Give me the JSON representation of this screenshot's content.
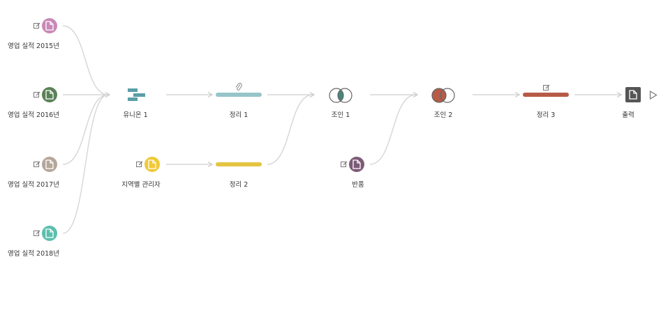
{
  "colors": {
    "line": "#d6d6d6",
    "arrow": "#c8c8c8",
    "sales_2015": "#c989b8",
    "sales_2016": "#5a8257",
    "sales_2017": "#b5a69a",
    "sales_2018": "#5cbfae",
    "region_manager": "#f0c938",
    "returns": "#7d5a77",
    "union": "#5b9ea8",
    "clean1": "#96c5c9",
    "clean2": "#e4c542",
    "join1_fill": "#46857c",
    "join2_fill": "#b75a46",
    "clean3": "#b75a46",
    "output": "#555555"
  },
  "nodes": {
    "sales_2015": {
      "label": "영업 실적 2015년",
      "icon": "file-icon"
    },
    "sales_2016": {
      "label": "영업 실적 2016년",
      "icon": "file-icon"
    },
    "sales_2017": {
      "label": "영업 실적 2017년",
      "icon": "file-icon"
    },
    "sales_2018": {
      "label": "영업 실적 2018년",
      "icon": "file-icon"
    },
    "union1": {
      "label": "유니온 1",
      "icon": "union-icon"
    },
    "region_manager": {
      "label": "지역별 관리자",
      "icon": "file-icon"
    },
    "clean1": {
      "label": "정리 1",
      "icon": "paperclip-icon"
    },
    "clean2": {
      "label": "정리 2"
    },
    "join1": {
      "label": "조인 1",
      "icon": "inner-join-icon"
    },
    "returns": {
      "label": "반품",
      "icon": "file-icon"
    },
    "join2": {
      "label": "조인 2",
      "icon": "left-join-icon"
    },
    "clean3": {
      "label": "정리 3",
      "icon": "edit-icon"
    },
    "output": {
      "label": "출력",
      "icon": "file-icon"
    },
    "run": {
      "icon": "play-icon"
    }
  }
}
